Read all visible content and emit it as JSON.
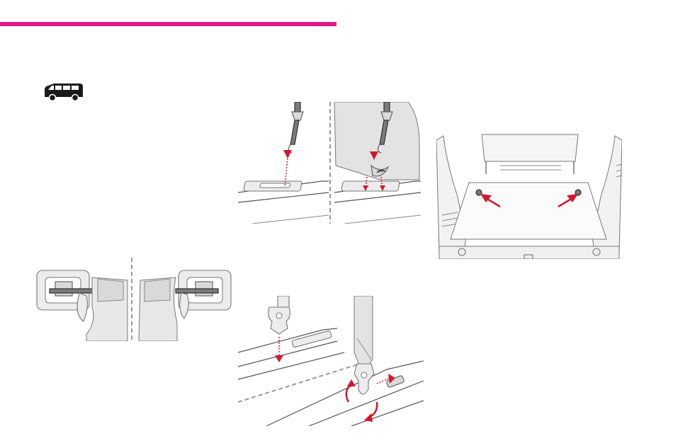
{
  "header": {
    "accent_color": "#e2188a"
  },
  "icons": {
    "vehicle": "van-side-icon"
  },
  "colors": {
    "arrow": "#d3182c",
    "illustration_gray": "#d9d9d9"
  },
  "figures": [
    {
      "name": "strap-hook-to-floor-anchor",
      "panels": 2
    },
    {
      "name": "cargo-floor-anchor-points",
      "panels": 1
    },
    {
      "name": "seatbelt-buckle-lock-positions",
      "panels": 2
    },
    {
      "name": "rail-clip-insertion",
      "panels": 2
    }
  ]
}
